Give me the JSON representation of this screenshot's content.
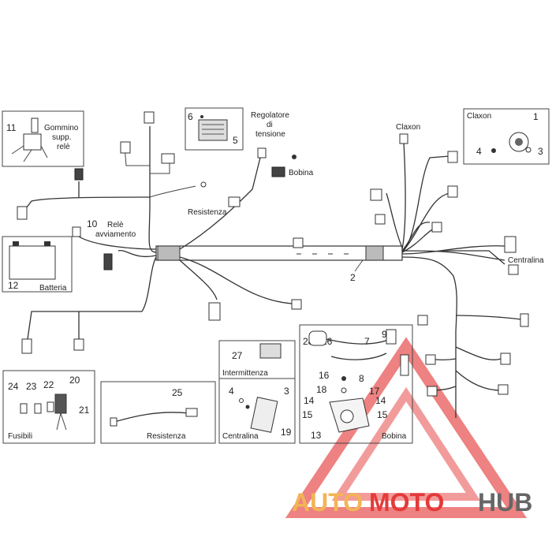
{
  "colors": {
    "line": "#333333",
    "watermark_red": "#e43a3a",
    "watermark_gold": "#f2b455",
    "watermark_dark": "#666666"
  },
  "panels": {
    "gommino": {
      "title_lines": [
        "Gommino",
        "supp.",
        "relè"
      ],
      "part": "11"
    },
    "regolatore_part": "6",
    "regolatore_small": "5",
    "regolatore": {
      "label_lines": [
        "Regolatore",
        "di",
        "tensione"
      ]
    },
    "claxon_box": {
      "title": "Claxon",
      "parts": [
        "1",
        "4",
        "3"
      ]
    },
    "batteria": {
      "label": "Batteria",
      "part": "12"
    },
    "fusibili": {
      "label": "Fusibili",
      "parts": [
        "24",
        "23",
        "22",
        "20",
        "21"
      ]
    },
    "resistenza_box": {
      "label": "Resistenza",
      "part": "25"
    },
    "intermittenza": {
      "label": "Intermittenza",
      "part": "27"
    },
    "centralina_box": {
      "label": "Centralina",
      "parts": [
        "4",
        "3",
        "19"
      ]
    },
    "bobina_box": {
      "label": "Bobina",
      "parts": [
        "28",
        "26",
        "7",
        "9",
        "8",
        "16",
        "17",
        "18",
        "14",
        "14",
        "15",
        "15",
        "13"
      ]
    }
  },
  "main_labels": {
    "claxon": "Claxon",
    "bobina": "Bobina",
    "resistenza": "Resistenza",
    "rele_lines": [
      "Relè",
      "avviamento"
    ],
    "rele_part": "10",
    "harness_part": "2",
    "centralina": "Centralina"
  },
  "watermark": {
    "part_a": "AUTO",
    "part_b": "MOTO",
    "part_c": "HUB"
  }
}
